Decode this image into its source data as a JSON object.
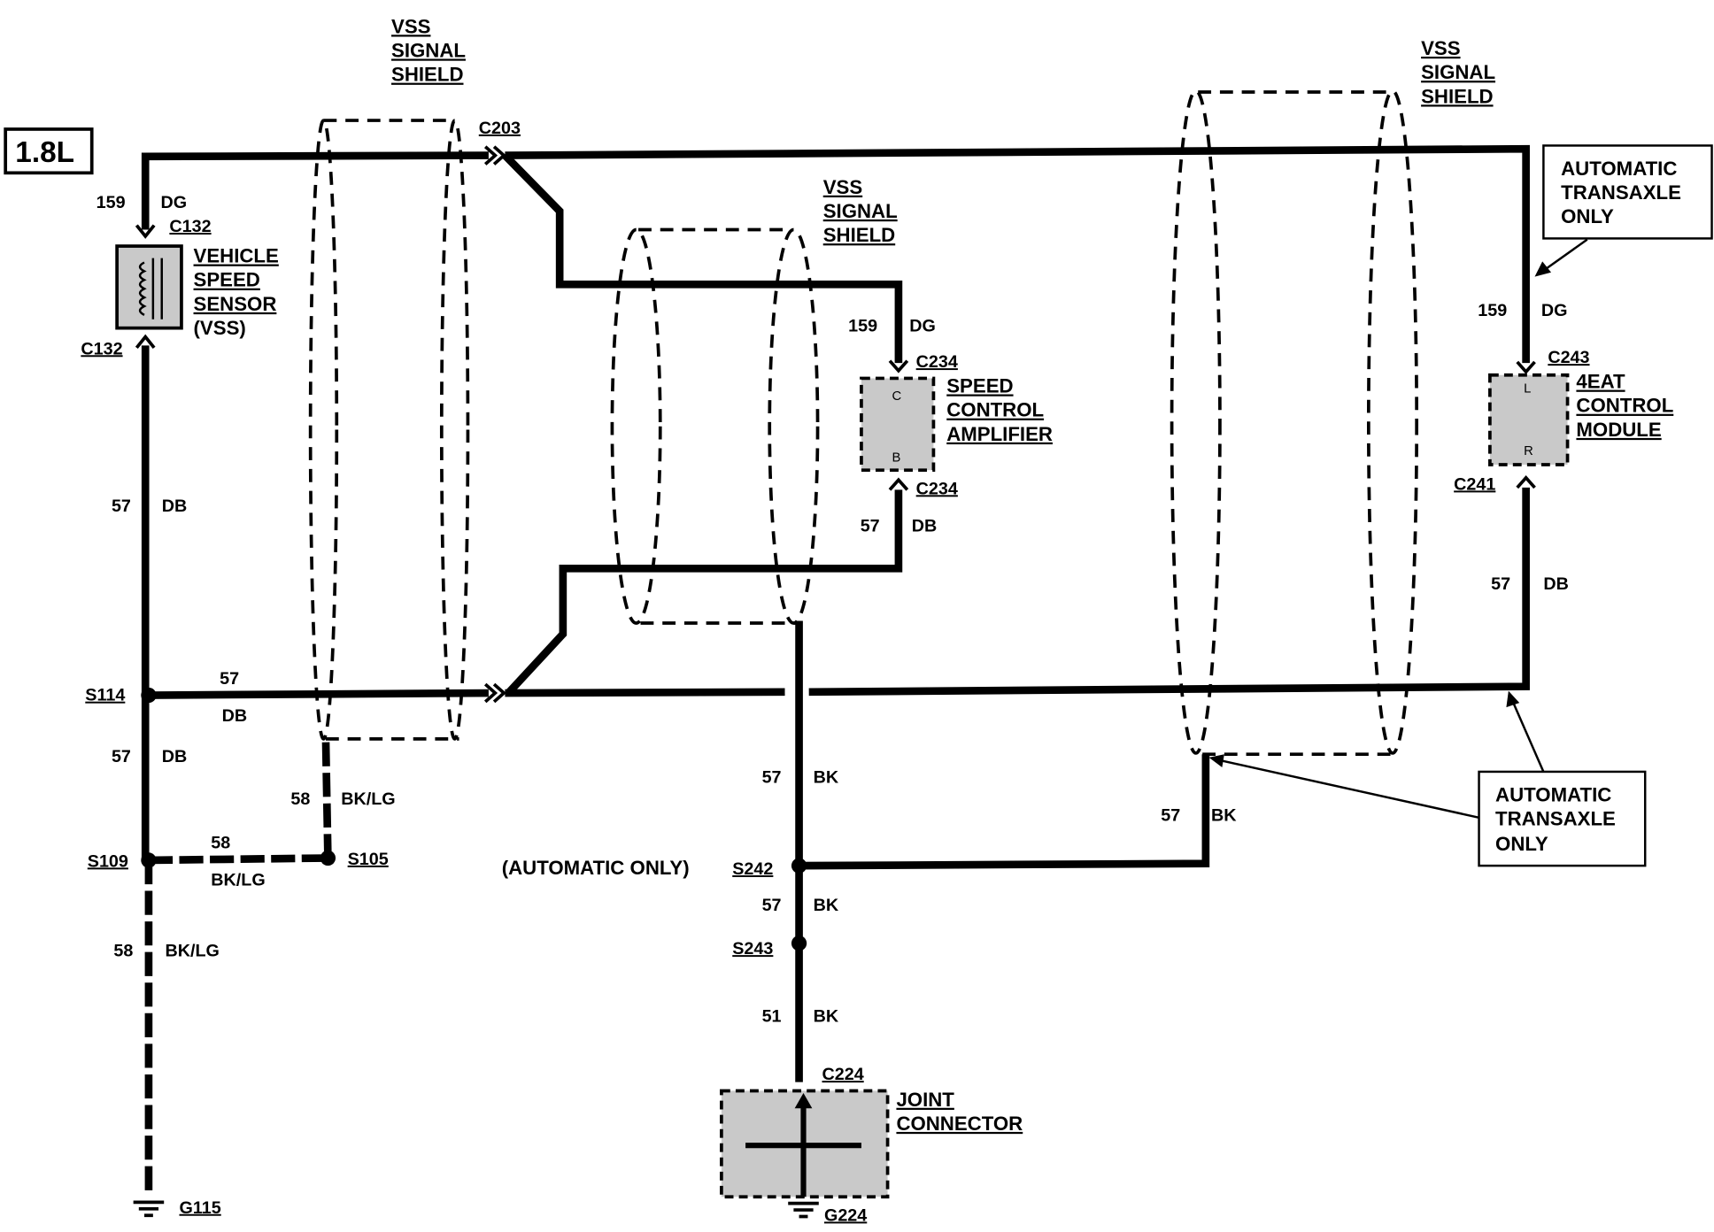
{
  "engine": "1.8L",
  "colors": {
    "ink": "#000000",
    "component_fill": "#c9c9c9",
    "background": "#ffffff"
  },
  "shields": {
    "left": {
      "l1": "VSS",
      "l2": "SIGNAL",
      "l3": "SHIELD"
    },
    "middle": {
      "l1": "VSS",
      "l2": "SIGNAL",
      "l3": "SHIELD"
    },
    "right": {
      "l1": "VSS",
      "l2": "SIGNAL",
      "l3": "SHIELD"
    }
  },
  "connectors": {
    "c203": "C203",
    "c132_top": "C132",
    "c132_bottom": "C132",
    "c234_top": "C234",
    "c234_bottom": "C234",
    "c243": "C243",
    "c241": "C241",
    "c224": "C224"
  },
  "splices": {
    "s114": "S114",
    "s109": "S109",
    "s105": "S105",
    "s242": "S242",
    "s243": "S243"
  },
  "grounds": {
    "g115": "G115",
    "g224": "G224"
  },
  "components": {
    "vss": {
      "l1": "VEHICLE",
      "l2": "SPEED",
      "l3": "SENSOR",
      "l4": "(VSS)"
    },
    "amplifier": {
      "l1": "SPEED",
      "l2": "CONTROL",
      "l3": "AMPLIFIER",
      "pin_top": "C",
      "pin_bottom": "B"
    },
    "module": {
      "l1": "4EAT",
      "l2": "CONTROL",
      "l3": "MODULE",
      "pin_top": "L",
      "pin_bottom": "R"
    },
    "joint": {
      "l1": "JOINT",
      "l2": "CONNECTOR"
    }
  },
  "wires": {
    "vss_signal": {
      "circuit": "159",
      "color": "DG"
    },
    "vss_return": {
      "circuit": "57",
      "color": "DB"
    },
    "s114_main": {
      "circuit": "57",
      "color": "DB"
    },
    "s114_down": {
      "circuit": "57",
      "color": "DB"
    },
    "s105_drain": {
      "circuit": "58",
      "color": "BK/LG"
    },
    "s109_s105": {
      "circuit": "58",
      "color": "BK/LG"
    },
    "s109_ground": {
      "circuit": "58",
      "color": "BK/LG"
    },
    "amp_signal": {
      "circuit": "159",
      "color": "DG"
    },
    "amp_return": {
      "circuit": "57",
      "color": "DB"
    },
    "mid_drain": {
      "circuit": "57",
      "color": "BK"
    },
    "s242_s243": {
      "circuit": "57",
      "color": "BK"
    },
    "s243_c224": {
      "circuit": "51",
      "color": "BK"
    },
    "module_signal": {
      "circuit": "159",
      "color": "DG"
    },
    "module_return": {
      "circuit": "57",
      "color": "DB"
    },
    "right_drain": {
      "circuit": "57",
      "color": "BK"
    }
  },
  "notes": {
    "automatic_only": "(AUTOMATIC ONLY)",
    "callout_top": {
      "l1": "AUTOMATIC",
      "l2": "TRANSAXLE",
      "l3": "ONLY"
    },
    "callout_bottom": {
      "l1": "AUTOMATIC",
      "l2": "TRANSAXLE",
      "l3": "ONLY"
    }
  }
}
